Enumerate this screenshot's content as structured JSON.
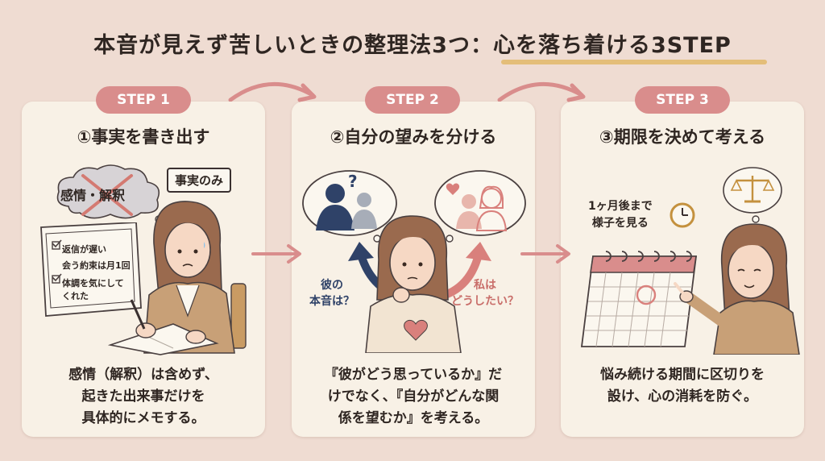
{
  "title": {
    "main": "本音が見えず苦しいときの整理法3つ：",
    "highlight": "心を落ち着ける3STEP"
  },
  "steps": [
    {
      "pill": "STEP 1",
      "heading": "①事実を書き出す",
      "cloud_text": "感情・解釈",
      "tag_text": "事実のみ",
      "notebook_lines": [
        "返信が遅い",
        "会う約束は月1回",
        "体調を気にして",
        "くれた"
      ],
      "desc_lines": [
        "感情（解釈）は含めず、",
        "起きた出来事だけを",
        "具体的にメモする。"
      ]
    },
    {
      "pill": "STEP 2",
      "heading": "②自分の望みを分ける",
      "left_label": [
        "彼の",
        "本音は？"
      ],
      "right_label": [
        "私は",
        "どうしたい？"
      ],
      "desc_lines": [
        "『彼がどう思っているか』だ",
        "けでなく、『自分がどんな関",
        "係を望むか』を考える。"
      ]
    },
    {
      "pill": "STEP 3",
      "heading": "③期限を決めて考える",
      "note_lines": [
        "1ヶ月後まで",
        "様子を見る"
      ],
      "desc_lines": [
        "悩み続ける期間に区切りを",
        "設け、心の消耗を防ぐ。"
      ]
    }
  ],
  "colors": {
    "background": "#efdcd2",
    "card": "#f8f1e6",
    "pill": "#d98d8c",
    "accent_navy": "#2f4268",
    "accent_rose": "#d9807c",
    "underline": "#e2b86a"
  }
}
